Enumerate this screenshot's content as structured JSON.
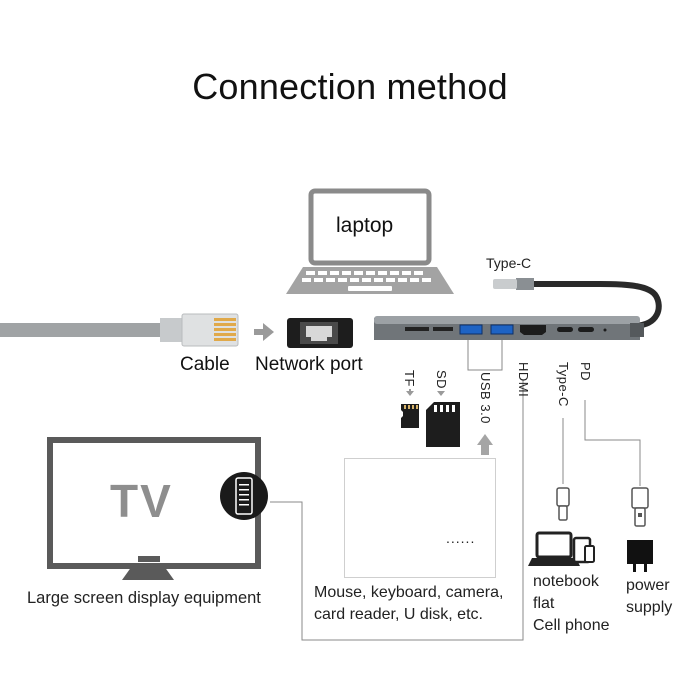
{
  "title": "Connection method",
  "laptop": {
    "label": "laptop",
    "icon": "laptop-icon"
  },
  "cable": {
    "label": "Cable",
    "icon": "rj45-plug-icon"
  },
  "network_port": {
    "label": "Network port",
    "icon": "ethernet-port-icon"
  },
  "hub": {
    "input_label": "Type-C",
    "ports": [
      "TF",
      "SD",
      "USB 3.0",
      "HDMI",
      "Type-C",
      "PD"
    ]
  },
  "display": {
    "screen_text": "TV",
    "label": "Large screen display equipment"
  },
  "peripherals": {
    "icons": [
      "mouse-icon",
      "keyboard-icon",
      "webcam-icon",
      "usb-disk-icon",
      "card-reader-icon"
    ],
    "more": "......",
    "caption_line1": "Mouse, keyboard, camera,",
    "caption_line2": "card reader, U disk, etc."
  },
  "typec_devices": {
    "line1": "notebook",
    "line2": "flat",
    "line3": "Cell phone"
  },
  "power": {
    "line1": "power",
    "line2": "supply"
  },
  "colors": {
    "line": "#888888",
    "arrow": "#9a9a9a",
    "hub_body": "#6f7478",
    "cable": "#9ea1a3",
    "dark": "#1a1a1a"
  }
}
